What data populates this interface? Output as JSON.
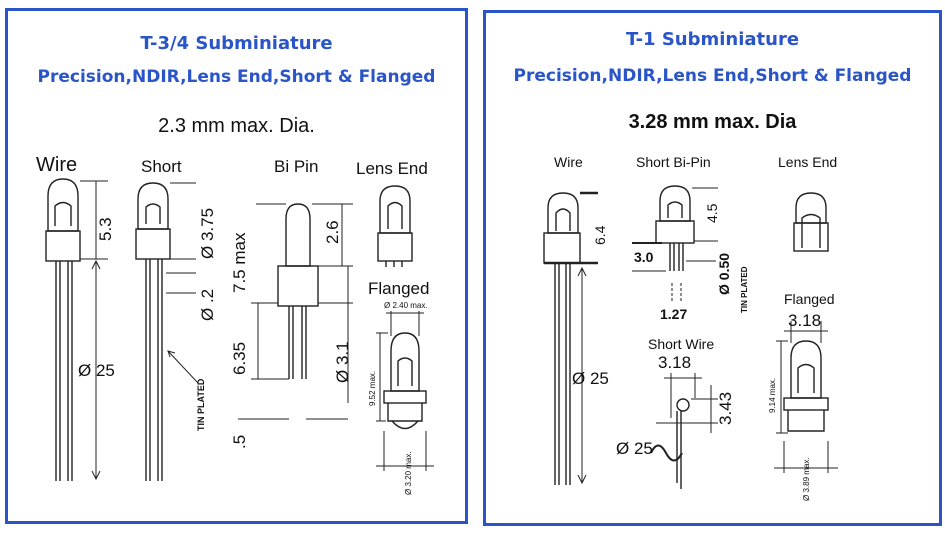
{
  "left": {
    "title": "T-3/4 Subminiature",
    "subtitle": "Precision,NDIR,Lens End,Short & Flanged",
    "diameter": "2.3 mm max. Dia.",
    "labels": {
      "wire": "Wire",
      "short": "Short",
      "bipin": "Bi Pin",
      "lens_end": "Lens End",
      "flanged": "Flanged"
    },
    "dims": {
      "wire_height": "5.3",
      "wire_length": "Ø 25",
      "short_height": "Ø 3.75",
      "short_pin": "Ø .2",
      "tin_plated": "TIN PLATED",
      "bipin_len": "7.5 max",
      "bipin_top": "2.6",
      "bipin_gap": "6.35",
      "bipin_dia": "Ø 3.1",
      "bipin_pin": ".5",
      "flanged_top": "Ø 2.40 max.",
      "flanged_height": "9.52 max.",
      "flanged_bottom": "Ø 3.20 max."
    }
  },
  "right": {
    "title": "T-1 Subminiature",
    "subtitle": "Precision,NDIR,Lens End,Short & Flanged",
    "diameter": "3.28 mm max. Dia",
    "labels": {
      "wire": "Wire",
      "short_bipin": "Short Bi-Pin",
      "lens_end": "Lens End",
      "flanged": "Flanged",
      "short_wire": "Short Wire"
    },
    "dims": {
      "wire_height": "6.4",
      "wire_length": "Ø 25",
      "bipin_height": "4.5",
      "bipin_pin_len": "3.0",
      "bipin_pin": "Ø 0.50",
      "bipin_spacing": "1.27",
      "tin_plated": "TIN PLATED",
      "flanged_top": "3.18",
      "flanged_height": "9.14 max.",
      "flanged_bottom": "Ø 3.89 max.",
      "sw_width": "3.18",
      "sw_height": "3.43",
      "sw_length": "Ø 25"
    }
  },
  "colors": {
    "border": "#2a55c8",
    "title": "#2a55c8"
  }
}
